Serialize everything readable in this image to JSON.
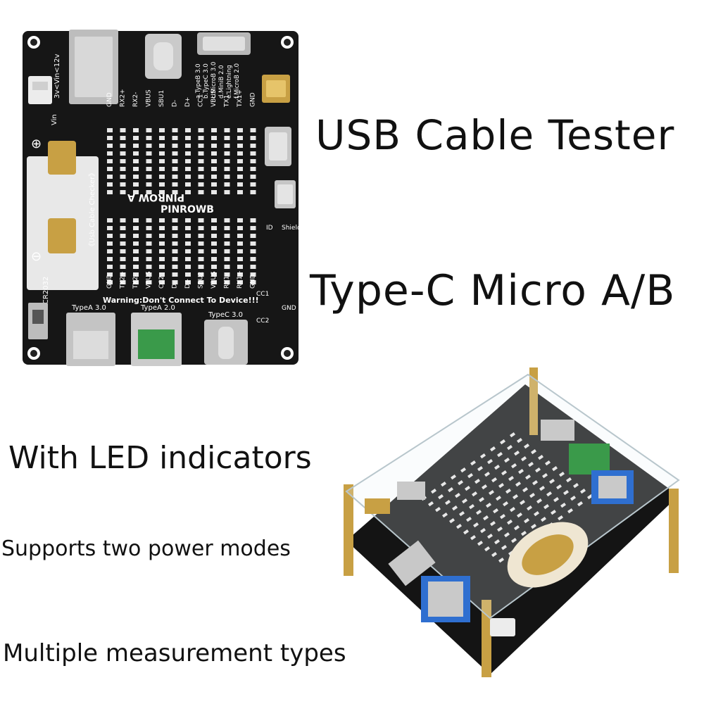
{
  "headlines": {
    "tester": "USB Cable Tester",
    "types": "Type-C Micro A/B",
    "leds": "With LED indicators",
    "power": "Supports two power modes",
    "measure": "Multiple measurement types"
  },
  "board": {
    "brand_a": "PINROW A",
    "brand_b": "PINROWB",
    "title": "《Usb Cable Checker》",
    "warning": "Warning:Don't Connect To Device!!!",
    "vin_range": "3v<Vin<12v",
    "vin": "Vin",
    "battery": "CR2032",
    "port_labels": [
      "TypeA 3.0",
      "TypeA 2.0",
      "TypeC 3.0"
    ],
    "legend": [
      "a.TypeB 3.0",
      "b.TypeC 3.0",
      "c.MicroB 3.0",
      "d.MiniB 2.0",
      "e.Lightning",
      "f.MicroB 2.0"
    ],
    "pins_a": [
      "GND",
      "RX2+",
      "RX2-",
      "VBUS",
      "SBU1",
      "D-",
      "D+",
      "CC1",
      "VBUS",
      "TX1-",
      "TX1+",
      "GND"
    ],
    "pins_b": [
      "GND",
      "TX2+",
      "TX2-",
      "VBUS",
      "CC2",
      "D-",
      "D+",
      "SBU2",
      "VBUS",
      "RX1-",
      "RX1+",
      "GND"
    ],
    "side_labels": [
      "ID",
      "Shield",
      "CC1",
      "CC2",
      "GND"
    ],
    "colors": {
      "pcb": "#161616",
      "silkscreen": "#ffffff",
      "gold": "#c8a044",
      "led_white": "#e8e8e8",
      "usb_blue": "#2f6fd0",
      "usb_green": "#3a9a4a",
      "metal": "#c9c9c9"
    }
  }
}
